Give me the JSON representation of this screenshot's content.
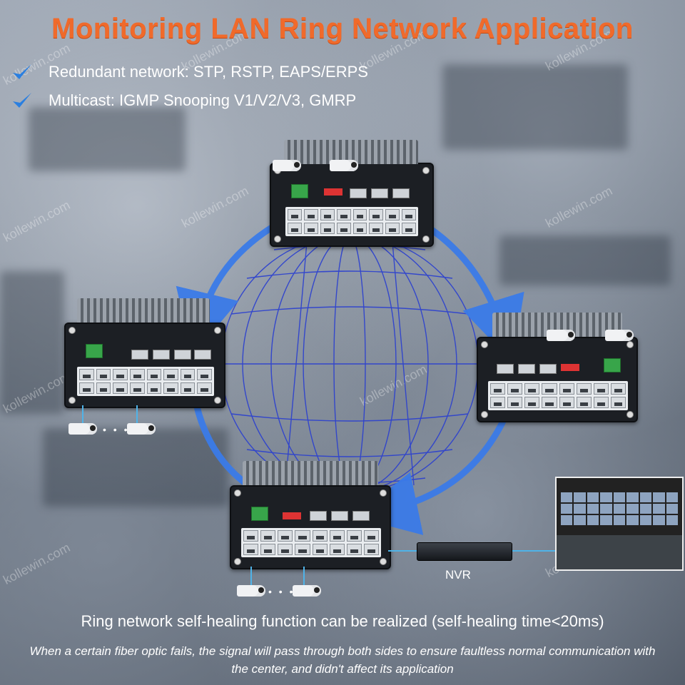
{
  "title": "Monitoring LAN Ring Network Application",
  "features": [
    "Redundant network: STP, RSTP, EAPS/ERPS",
    "Multicast: IGMP Snooping V1/V2/V3, GMRP"
  ],
  "watermark": "kollewin.com",
  "nvr_label": "NVR",
  "bottom_heading": "Ring network self-healing function can be realized (self-healing time<20ms)",
  "bottom_description": "When a certain fiber optic fails, the signal will pass through both sides to ensure faultless normal communication with the center, and didn't affect its application",
  "colors": {
    "title": "#f06a2b",
    "arrow": "#3b7be8",
    "globe": "#2a3fd0",
    "check": "#2a7fe0"
  },
  "icons": [
    "check-icon",
    "ip-camera-icon",
    "nvr-recorder-icon",
    "monitoring-center-icon",
    "network-switch-icon",
    "globe-icon"
  ]
}
